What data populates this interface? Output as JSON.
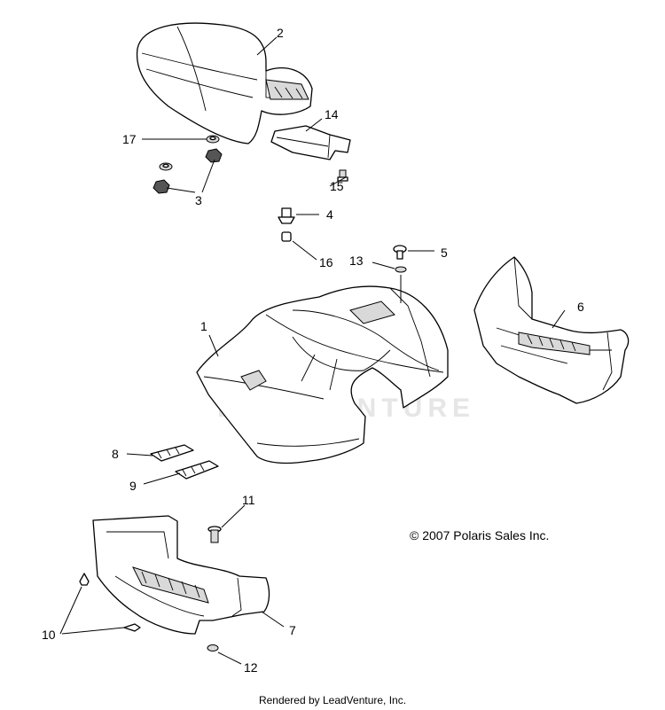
{
  "watermark": "LEADVENTURE",
  "copyright": "© 2007 Polaris Sales Inc.",
  "rendered_by": "Rendered by LeadVenture, Inc.",
  "callouts": {
    "c1": "1",
    "c2": "2",
    "c3": "3",
    "c4": "4",
    "c5": "5",
    "c6": "6",
    "c7": "7",
    "c8": "8",
    "c9": "9",
    "c10": "10",
    "c11": "11",
    "c12": "12",
    "c13": "13",
    "c14": "14",
    "c15": "15",
    "c16": "16",
    "c17": "17"
  }
}
